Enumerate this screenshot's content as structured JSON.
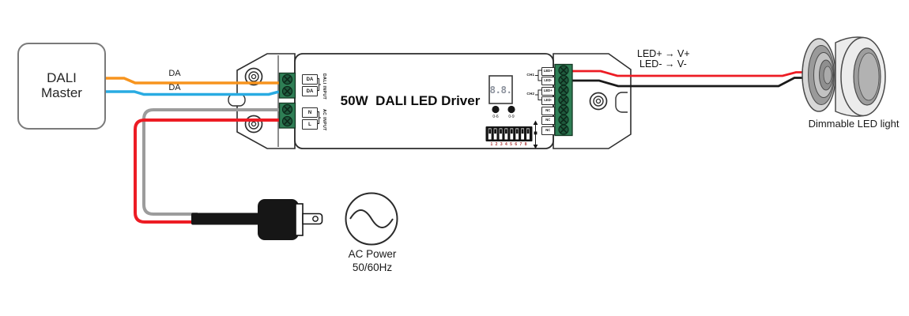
{
  "colors": {
    "dali_wire_top": "#F7941E",
    "dali_wire_bottom": "#29ABE2",
    "ac_live_wire": "#ED1C24",
    "ac_neutral_wire": "#9C9C9C",
    "led_positive_wire": "#ED1C24",
    "led_negative_wire": "#1A1A1A",
    "terminal_block": "#2E7E55",
    "outline": "#2B2B2B"
  },
  "dali_master": {
    "label": "DALI Master"
  },
  "bus": {
    "da_label_1": "DA",
    "da_label_2": "DA"
  },
  "driver": {
    "title": "50W  DALI LED Driver",
    "dali_input": {
      "label": "DALI INPUT",
      "terminals": [
        "DA",
        "DA"
      ]
    },
    "ac_input": {
      "label": "AC INPUT",
      "terminals": [
        "N",
        "L"
      ]
    },
    "display_value": "8.8.",
    "buttons": {
      "left_label": "0-6",
      "right_label": "0-9"
    },
    "dip_switch": {
      "numbers": "1 2 3 4 5 6 7 8"
    },
    "output": {
      "ch1_label": "CH1",
      "ch2_label": "CH2",
      "terminals": [
        "LED+",
        "LED-",
        "LED+",
        "LED-",
        "NC",
        "NC",
        "NC"
      ]
    }
  },
  "output_wiring": {
    "line1": "LED+ → V+",
    "line2": "LED- → V-"
  },
  "ac_power": {
    "line1": "AC Power",
    "line2": "50/60Hz"
  },
  "led_light": {
    "label": "Dimmable LED light"
  }
}
